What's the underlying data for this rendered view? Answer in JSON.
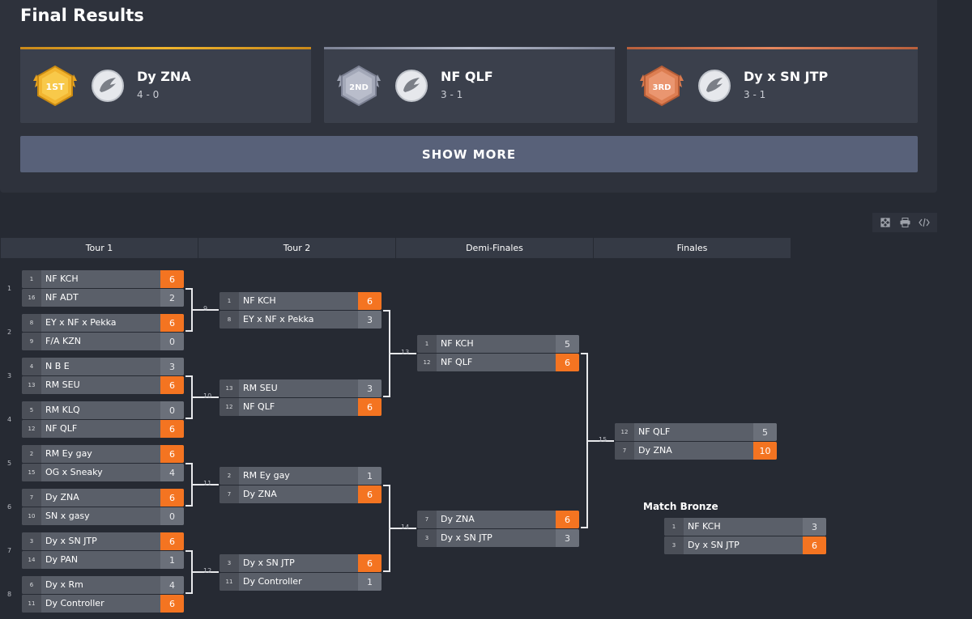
{
  "results": {
    "title": "Final Results",
    "podium": [
      {
        "place": "1ST",
        "team": "Dy ZNA",
        "score": "4 - 0",
        "color": "#e8a51c"
      },
      {
        "place": "2ND",
        "team": "NF QLF",
        "score": "3 - 1",
        "color": "#9aa0b4"
      },
      {
        "place": "3RD",
        "team": "Dy x SN JTP",
        "score": "3 - 1",
        "color": "#d4744a"
      }
    ],
    "show_more": "SHOW MORE"
  },
  "toolbar": {
    "icons": [
      "fullscreen-icon",
      "print-icon",
      "embed-code-icon"
    ]
  },
  "rounds": [
    "Tour 1",
    "Tour 2",
    "Demi-Finales",
    "Finales"
  ],
  "accent": "#f47421",
  "bracket": {
    "tour1": [
      {
        "num": "1",
        "top": {
          "seed": "1",
          "name": "NF KCH",
          "score": "6",
          "win": true
        },
        "bot": {
          "seed": "16",
          "name": "NF ADT",
          "score": "2",
          "win": false
        }
      },
      {
        "num": "2",
        "top": {
          "seed": "8",
          "name": "EY x NF x Pekka",
          "score": "6",
          "win": true
        },
        "bot": {
          "seed": "9",
          "name": "F/A KZN",
          "score": "0",
          "win": false
        }
      },
      {
        "num": "3",
        "top": {
          "seed": "4",
          "name": "N B E",
          "score": "3",
          "win": false
        },
        "bot": {
          "seed": "13",
          "name": "RM SEU",
          "score": "6",
          "win": true
        }
      },
      {
        "num": "4",
        "top": {
          "seed": "5",
          "name": "RM KLQ",
          "score": "0",
          "win": false
        },
        "bot": {
          "seed": "12",
          "name": "NF QLF",
          "score": "6",
          "win": true
        }
      },
      {
        "num": "5",
        "top": {
          "seed": "2",
          "name": "RM Ey gay",
          "score": "6",
          "win": true
        },
        "bot": {
          "seed": "15",
          "name": "OG x Sneaky",
          "score": "4",
          "win": false
        }
      },
      {
        "num": "6",
        "top": {
          "seed": "7",
          "name": "Dy ZNA",
          "score": "6",
          "win": true
        },
        "bot": {
          "seed": "10",
          "name": "SN x gasy",
          "score": "0",
          "win": false
        }
      },
      {
        "num": "7",
        "top": {
          "seed": "3",
          "name": "Dy x SN JTP",
          "score": "6",
          "win": true
        },
        "bot": {
          "seed": "14",
          "name": "Dy PAN",
          "score": "1",
          "win": false
        }
      },
      {
        "num": "8",
        "top": {
          "seed": "6",
          "name": "Dy x Rm",
          "score": "4",
          "win": false
        },
        "bot": {
          "seed": "11",
          "name": "Dy Controller",
          "score": "6",
          "win": true
        }
      }
    ],
    "tour2": [
      {
        "num": "9",
        "top": {
          "seed": "1",
          "name": "NF KCH",
          "score": "6",
          "win": true
        },
        "bot": {
          "seed": "8",
          "name": "EY x NF x Pekka",
          "score": "3",
          "win": false
        }
      },
      {
        "num": "10",
        "top": {
          "seed": "13",
          "name": "RM SEU",
          "score": "3",
          "win": false
        },
        "bot": {
          "seed": "12",
          "name": "NF QLF",
          "score": "6",
          "win": true
        }
      },
      {
        "num": "11",
        "top": {
          "seed": "2",
          "name": "RM Ey gay",
          "score": "1",
          "win": false
        },
        "bot": {
          "seed": "7",
          "name": "Dy ZNA",
          "score": "6",
          "win": true
        }
      },
      {
        "num": "12",
        "top": {
          "seed": "3",
          "name": "Dy x SN JTP",
          "score": "6",
          "win": true
        },
        "bot": {
          "seed": "11",
          "name": "Dy Controller",
          "score": "1",
          "win": false
        }
      }
    ],
    "semis": [
      {
        "num": "13",
        "top": {
          "seed": "1",
          "name": "NF KCH",
          "score": "5",
          "win": false
        },
        "bot": {
          "seed": "12",
          "name": "NF QLF",
          "score": "6",
          "win": true
        }
      },
      {
        "num": "14",
        "top": {
          "seed": "7",
          "name": "Dy ZNA",
          "score": "6",
          "win": true
        },
        "bot": {
          "seed": "3",
          "name": "Dy x SN JTP",
          "score": "3",
          "win": false
        }
      }
    ],
    "final": {
      "num": "15",
      "top": {
        "seed": "12",
        "name": "NF QLF",
        "score": "5",
        "win": false
      },
      "bot": {
        "seed": "7",
        "name": "Dy ZNA",
        "score": "10",
        "win": true
      }
    },
    "bronze": {
      "title": "Match Bronze",
      "top": {
        "seed": "1",
        "name": "NF KCH",
        "score": "3",
        "win": false
      },
      "bot": {
        "seed": "3",
        "name": "Dy x SN JTP",
        "score": "6",
        "win": true
      }
    }
  }
}
